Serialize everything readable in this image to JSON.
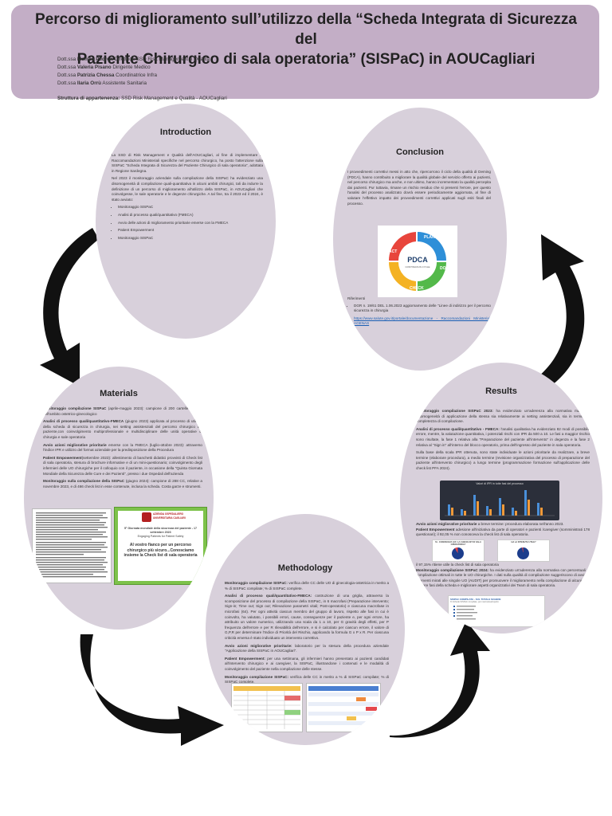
{
  "header": {
    "title_line1": "Percorso di miglioramento sull’utilizzo della “Scheda Integrata di Sicurezza del",
    "title_line2": "Paziente Chirurgico di sala operatoria” (SISPaC) in AOUCagliari",
    "authors": [
      {
        "prefix": "Dott.ssa",
        "name": "Monica Pedron",
        "role": "Direttrice SSD Risk Management e Qualità"
      },
      {
        "prefix": "Dott.ssa",
        "name": "Valeria Pisano",
        "role": "Dirigente Medico"
      },
      {
        "prefix": "Dott.ssa",
        "name": "Patrizia Chessa",
        "role": "Coordinatrice Infra"
      },
      {
        "prefix": "Dott.ssa",
        "name": "Ilaria Orrù",
        "role": "Assistente Sanitaria"
      }
    ],
    "affiliation_label": "Struttura di appartenenza:",
    "affiliation_value": "SSD Risk Management e Qualità - AOUCagliari"
  },
  "introduction": {
    "heading": "Introduction",
    "p1": "La SSD di Risk Management e Qualità dell'AOUCagliari, al fine di implementare le Raccomandazioni Ministeriali specifiche nel percorso chirurgico, ha posto l'attenzione sulla SISPaC \"Scheda Integrata di Sicurezza del Paziente Chirurgico di sala operatoria\", adottata in Regione Sardegna.",
    "p2": "Nel 2023 il monitoraggio aziendale sulla compilazione della SISPaC ha evidenziato una disomogeneità di compilazione quali-quantitativa in alcuni ambiti chirurgici, tali da indurre la definizione di un percorso di miglioramento all'utilizzo della SISPaC, in AOUCagliari che coinvolgesse, le sale operatorie e le degenze chirurgiche. A tal fine, tra il 2023 ed il 2024, è stato avviato:",
    "items": [
      "Monitoraggio SISPaC",
      "Analisi di processo quali/quantitativo (FMECA)",
      "Avvio delle azioni di miglioramento prioritarie emerse con la FMECA",
      "Patient Empowerment",
      "Monitoraggio SISPaC"
    ]
  },
  "conclusion": {
    "heading": "Conclusion",
    "p1": "I provvedimenti correttivi messi in atto che, ripercorrono il ciclo della qualità di Deming (PDCA), hanno contribuito a migliorare la qualità globale del servizio offerto ai pazienti, nel percorso chirurgico ma anche, e non ultimo, hanno incrementato la qualità percepita dai pazienti. Pur tuttavia, rimane un rischio residuo che si presenti l'errore, per questo l'analisi del processo analizzato dovrà essere periodicamente aggiornata, al fine di valutare l'effettivo impatto dei provvedimenti correttivi applicati sugli esiti finali del processo.",
    "pdca_center": "PDCA",
    "pdca_sub": "CONTINUOUS CYCLE",
    "pdca_plan": "PLAN",
    "pdca_do": "DO",
    "pdca_check": "CHECK",
    "pdca_act": "ACT",
    "refs_label": "Riferimenti",
    "refs": [
      "DGR n. 19/61 DEL 1.06.2023 aggiornamento delle \"Linee di indirizzo per il percorso sicurezza in chirurgia",
      "https://www.salute.gov.it/portale/documentazione - Raccomandazioni Ministeriali AGENAS"
    ]
  },
  "materials": {
    "heading": "Materials",
    "p1_b": "Monitoraggio compilazione SISPaC",
    "p1": " (aprile-maggio 2023): campione di 200 cartelle cliniche dell'ambito ostetrico-ginecologico",
    "p2_b": "Analisi di processo quali/quantitativo-FMECA",
    "p2": " (giugno 2023) applicata al processo di utilizzo della scheda di sicurezza in chirurgia, nei setting assistenziali del percorso chirurgico del paziente,con coinvolgimento multiprofessionale e multidisciplinare delle unità operative di chirurgia e sale operatoria",
    "p3_b": "Avvio azioni migliorative prioritarie",
    "p3": " emerse con la FMECA (luglio-ottobre 2023): attraverso l'indice IPR e utilizzo del format aziendale per la predisposizione della Procedura",
    "p4_b": "Patient Empowerment",
    "p4": "(settembre 2023): allestimento di banchetti didattici provvisti di Check list di sala operatoria, stesura di brochure informative e di un mini-questionario; coinvolgimento degli infermieri delle UO chirurgiche per il colloquio con il paziente, in occasione della \"Quinta Giornata Mondiale della Sicurezza delle Cure e dei Pazienti\", presso i due Ospedali dell'azienda",
    "p5_b": "Monitoraggio sulla compilazione della SISPaC",
    "p5": " (giugno 2024): campione di 288 CC, relative a novembre 2023, e di 466 check list in esse contenute, inclusa la scheda. Costa garze e strumenti.",
    "green_line1": "5° Giornata mondiale della sicurezza del paziente - 17 settembre 2023",
    "green_line2": "Engaging Patients for Patient Safety",
    "green_line3": "Al vostro fianco per un percorso chirurgico più sicuro...Conosciamo insieme la Check list di sala operatoria",
    "green_logo": "AZIENDA OSPEDALIERO UNIVERSITARIA CAGLIARI"
  },
  "methodology": {
    "heading": "Methodology",
    "p1_b": "Monitoraggio compilazione SISPaC:",
    "p1": " verifica delle CC delle UO di ginecologia-ostetricia in merito a % di SISPaC compilate; % di SISPaC complete.",
    "p2_b": "Analisi di processo quali/quantitativo-FMECA:",
    "p2": " costruzione di una griglia, attraverso la scomposizione del processo di compilazione della SISPaC, in 6 macrofasi (Preparazione intervento; Sign-in; Time out; Sign out; Rilevazione parametri vitali; Post-operatorio) e ciascuna macrofase in microfasi (64). Per ogni attività ciascun membro del gruppo di lavoro, rispetto alle fasi in cui è coinvolto, ha valutato, i possibili errori, cause, conseguenze per il paziente e, per ogni errore, ha attribuito un valore numerico, utilizzando una scala da 1 a 10, per G gravità degli effetti, per P frequenza dell'errore e per R rilevabilità dell'errore, e si è calcolato per ciascun errore, il valore di G,P,R per determinare l'Indice di Priorità del Rischio, applicando la formula G x P x R. Per ciascuna criticità emersa è stato individuato un intervento correttivo.",
    "p3_b": "Avvio azioni migliorative prioritarie:",
    "p3": " laboratorio per la stesura della procedura aziendale \"Applicazione della SISPaC in AOUCagliari\".",
    "p4_b": "Patient Empowerment:",
    "p4": " per una settimana, gli infermieri hanno presentato ai pazienti candidati all'intervento chirurgico e ai caregiver, la SISPaC, illustrandone i contenuti e le modalità di coinvolgimento del paziente nella compilazione delle stesse.",
    "p5_b": "Monitoraggio compilazione SISPaC:",
    "p5": " verifica delle CC in merito a % di SISPaC compilate; % di SISPaC complete."
  },
  "results": {
    "heading": "Results",
    "p1_b": "Monitoraggio compilazione SISPaC 2023:",
    "p1": " ha evidenziato un'aderenza alla normativa ma, una disomogeneità di applicazione della stessa sia relativamente ai setting assistenziali, sia in termini di completezza di compilazione.",
    "p2_b": "Analisi di processo quali/quantitativo - FMECA:",
    "p2": " l'analisi qualitativa ha evidenziato 82 modi di possibile errore, mentre, la valutazione quantitativa, i potenziali rischi con IPR da 500 a 10. Le fasi a maggior rischio sono risultate, la fase 1 relativa alla \"Preparazione del paziente all'intervento\" in degenza e la fase 2 relativa al \"Sign in\" all'interno del blocco operatorio, prima dell'ingresso del paziente in sala operatoria.",
    "p3": "Sulla base della scala IPR ottenuta, sono state individuate le azioni prioritarie da realizzare, a breve termine (elaborare procedura), a medio termine (revisione organizzativa del processo di preparazione del paziente all'intervento chirurgico) a lungo termine (programmazione formazione sull'applicazione delle check list PFA 2024).",
    "chart_title": "Valori di IPR in tutte fasi del processo",
    "p4_b": "Avvio azioni migliorative prioritarie",
    "p4": " a breve termine: procedura elaborata nell'anno 2023.",
    "p5_b": "Patient Empowerment",
    "p5": " adesione all'iniziativa da parte di operatori e pazienti /caregiver (somministrati 178 questionari); il 92,05 % non conosceva la check list di sala operatoria.",
    "pie1_title": "SI - CONOSCEVA GIA' LA CHECKLIST DI SALA OPERATORIA?",
    "pie2_title": "HA LA RITENUTA UTILE?",
    "p6": "il 97,15% ritiene utile la check list di sala operatoria",
    "p7_b": "Monitoraggio compilazione SISPaC 2024:",
    "p7": " ha evidenziato un'aderenza alla normativa con percentuali di compilazione ottimali in tutte le UO chirurgiche. I dati sulla qualità di compilazione suggeriscono di avviare interventi mirati alle singole UO (AUDIT) per promuovere il miglioramento nella compilazione di alcuni item o intere fasi della scheda e migliorare aspetti organizzativi dei Team di sala operatoria.",
    "final_chart_title": "SISPAC COMPILATA - SUL TOTALE SCHEDE",
    "final_chart_sub": "% Schede SISPaC compilate, per macroarea/reparto"
  }
}
